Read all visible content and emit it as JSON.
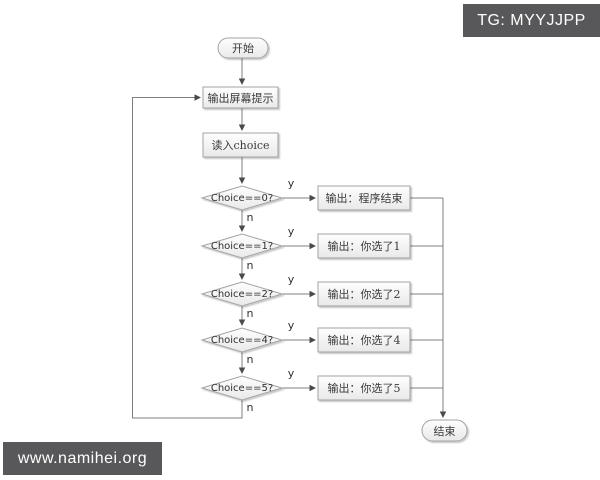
{
  "watermarks": {
    "telegram_badge": "TG: MYYJJPP",
    "website_badge": "www.namihei.org"
  },
  "flowchart": {
    "start_label": "开始",
    "end_label": "结束",
    "steps": [
      {
        "label": "输出屏幕提示"
      },
      {
        "label": "读入choice"
      }
    ],
    "decisions": [
      {
        "condition": "Choice==0?",
        "output": "输出：程序结束"
      },
      {
        "condition": "Choice==1?",
        "output": "输出：你选了1"
      },
      {
        "condition": "Choice==2?",
        "output": "输出：你选了2"
      },
      {
        "condition": "Choice==4?",
        "output": "输出：你选了4"
      },
      {
        "condition": "Choice==5?",
        "output": "输出：你选了5"
      }
    ],
    "branch_labels": {
      "yes": "y",
      "no": "n"
    }
  },
  "colors": {
    "background": "#ffffff",
    "badge_background": "#58585a",
    "badge_text": "#ffffff",
    "shape_border": "#a3a3a3",
    "shape_fill_top": "#fefefe",
    "shape_fill_bottom": "#e9e9e9",
    "connector": "#7f7f7f",
    "text": "#3a3a3a"
  }
}
